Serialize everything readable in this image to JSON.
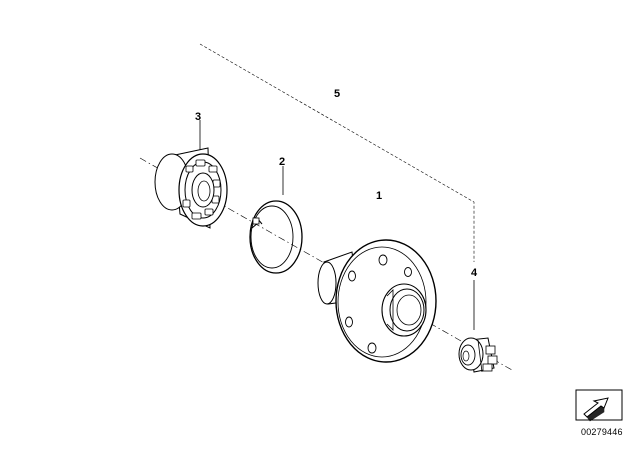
{
  "diagram": {
    "callouts": {
      "hub": "1",
      "circlip": "2",
      "bearing": "3",
      "collar_nut": "4",
      "kit": "5"
    },
    "document_id": "00279446"
  }
}
